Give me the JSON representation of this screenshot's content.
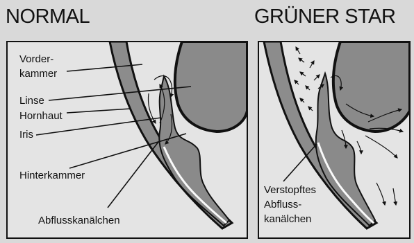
{
  "panels": {
    "normal": {
      "title": "NORMAL"
    },
    "gruener_star": {
      "title": "GRÜNER STAR"
    }
  },
  "labels": {
    "vorderkammer_1": "Vorder-",
    "vorderkammer_2": "kammer",
    "linse": "Linse",
    "hornhaut": "Hornhaut",
    "iris": "Iris",
    "hinterkammer": "Hinterkammer",
    "abflusskanaelchen": "Abflusskanälchen",
    "verstopftes_1": "Verstopftes",
    "verstopftes_2": "Abfluss-",
    "verstopftes_3": "kanälchen"
  }
}
